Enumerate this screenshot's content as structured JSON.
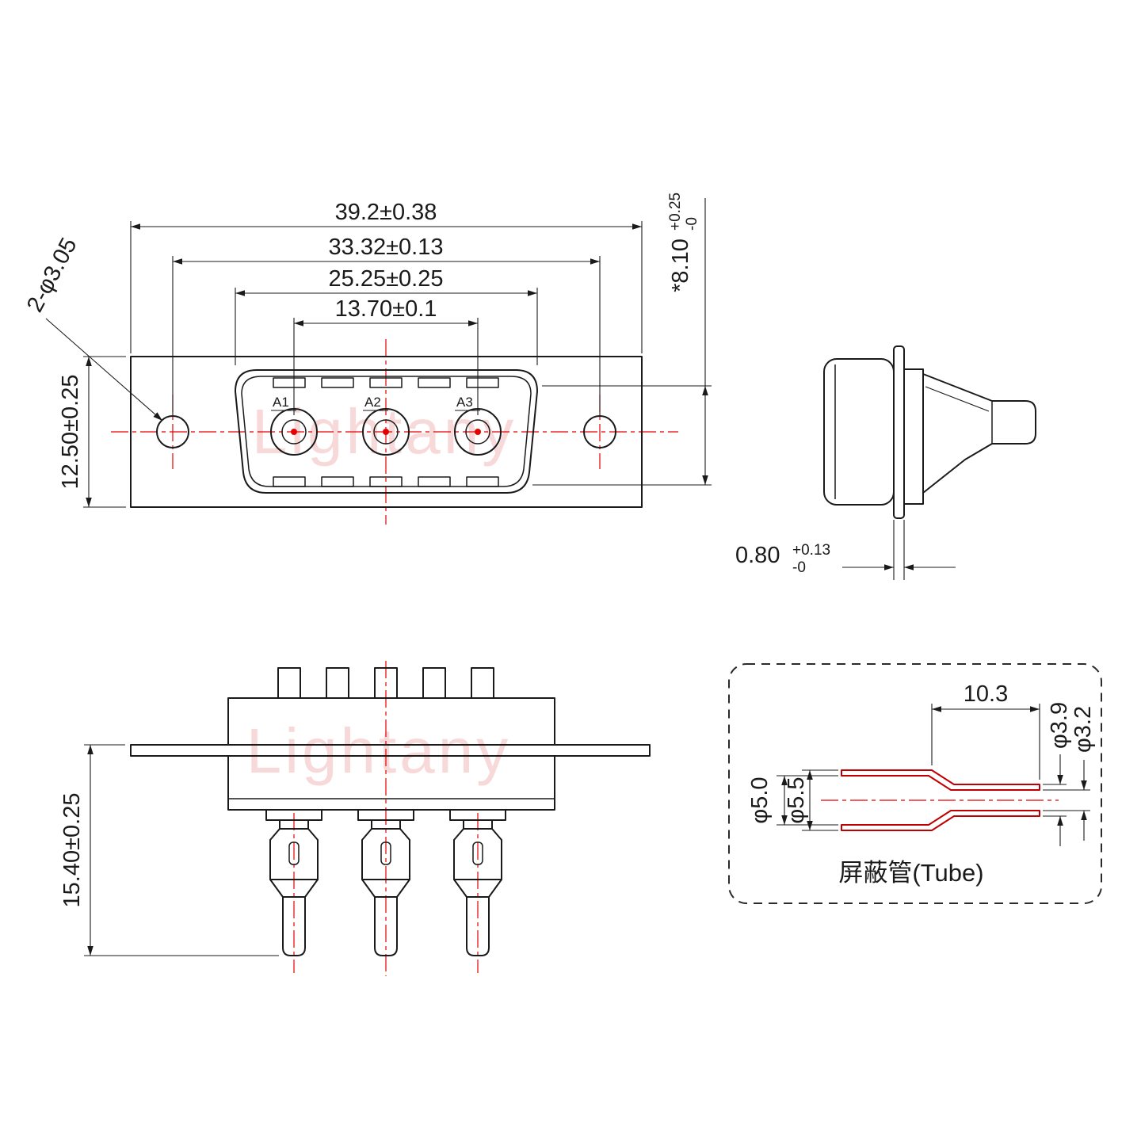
{
  "watermark": {
    "text": "Lightany"
  },
  "front_view": {
    "dims": {
      "outer_width": "39.2±0.38",
      "hole_span": "33.32±0.13",
      "shell_width": "25.25±0.25",
      "pin_span": "13.70±0.1",
      "height": "12.50±0.25",
      "holes": "2-φ3.05",
      "opening_main": "*8.10",
      "opening_tol_plus": "+0.25",
      "opening_tol_minus": "-0"
    },
    "pin_labels": [
      "A1",
      "A2",
      "A3"
    ]
  },
  "side_view": {
    "dims": {
      "flange_main": "0.80",
      "flange_tol_plus": "+0.13",
      "flange_tol_minus": "-0"
    }
  },
  "rear_view": {
    "dims": {
      "total_height": "15.40±0.25"
    }
  },
  "tube": {
    "title": "屏蔽管(Tube)",
    "dims": {
      "length": "10.3",
      "outer_small": "φ3.9",
      "inner_small": "φ3.2",
      "inner_big": "φ5.0",
      "outer_big": "φ5.5"
    }
  }
}
